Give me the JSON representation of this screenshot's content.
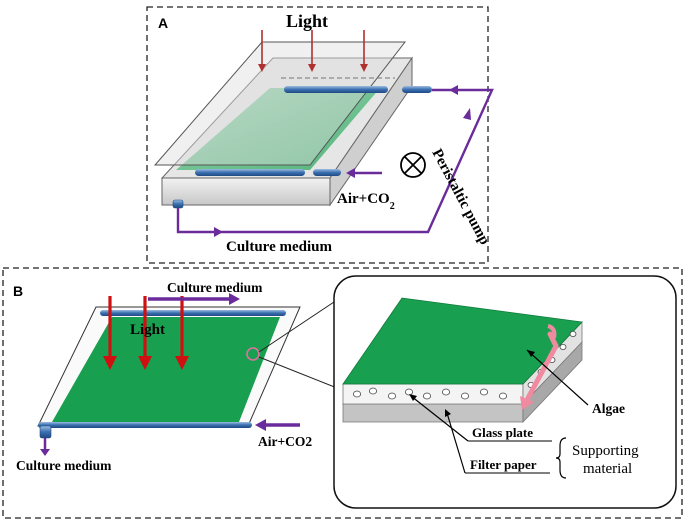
{
  "panel_a": {
    "letter": "A",
    "light": "Light",
    "air_co2_main": "Air+CO",
    "air_co2_sub": "2",
    "pump": "Peristaltic pump",
    "culture_medium": "Culture medium"
  },
  "panel_b": {
    "letter": "B",
    "culture_medium_top": "Culture medium",
    "light": "Light",
    "air_co2": "Air+CO2",
    "culture_medium_bottom": "Culture medium",
    "algae": "Algae",
    "glass_plate": "Glass plate",
    "filter_paper": "Filter paper",
    "supporting_line1": "Supporting",
    "supporting_line2": "material"
  },
  "colors": {
    "purple": "#6a2c9a",
    "red": "#d01010",
    "dark_red_arrow": "#b03030",
    "green": "#18a050",
    "blue_tube": "#3a6fb0",
    "pink_arrow": "#f08aa0"
  }
}
